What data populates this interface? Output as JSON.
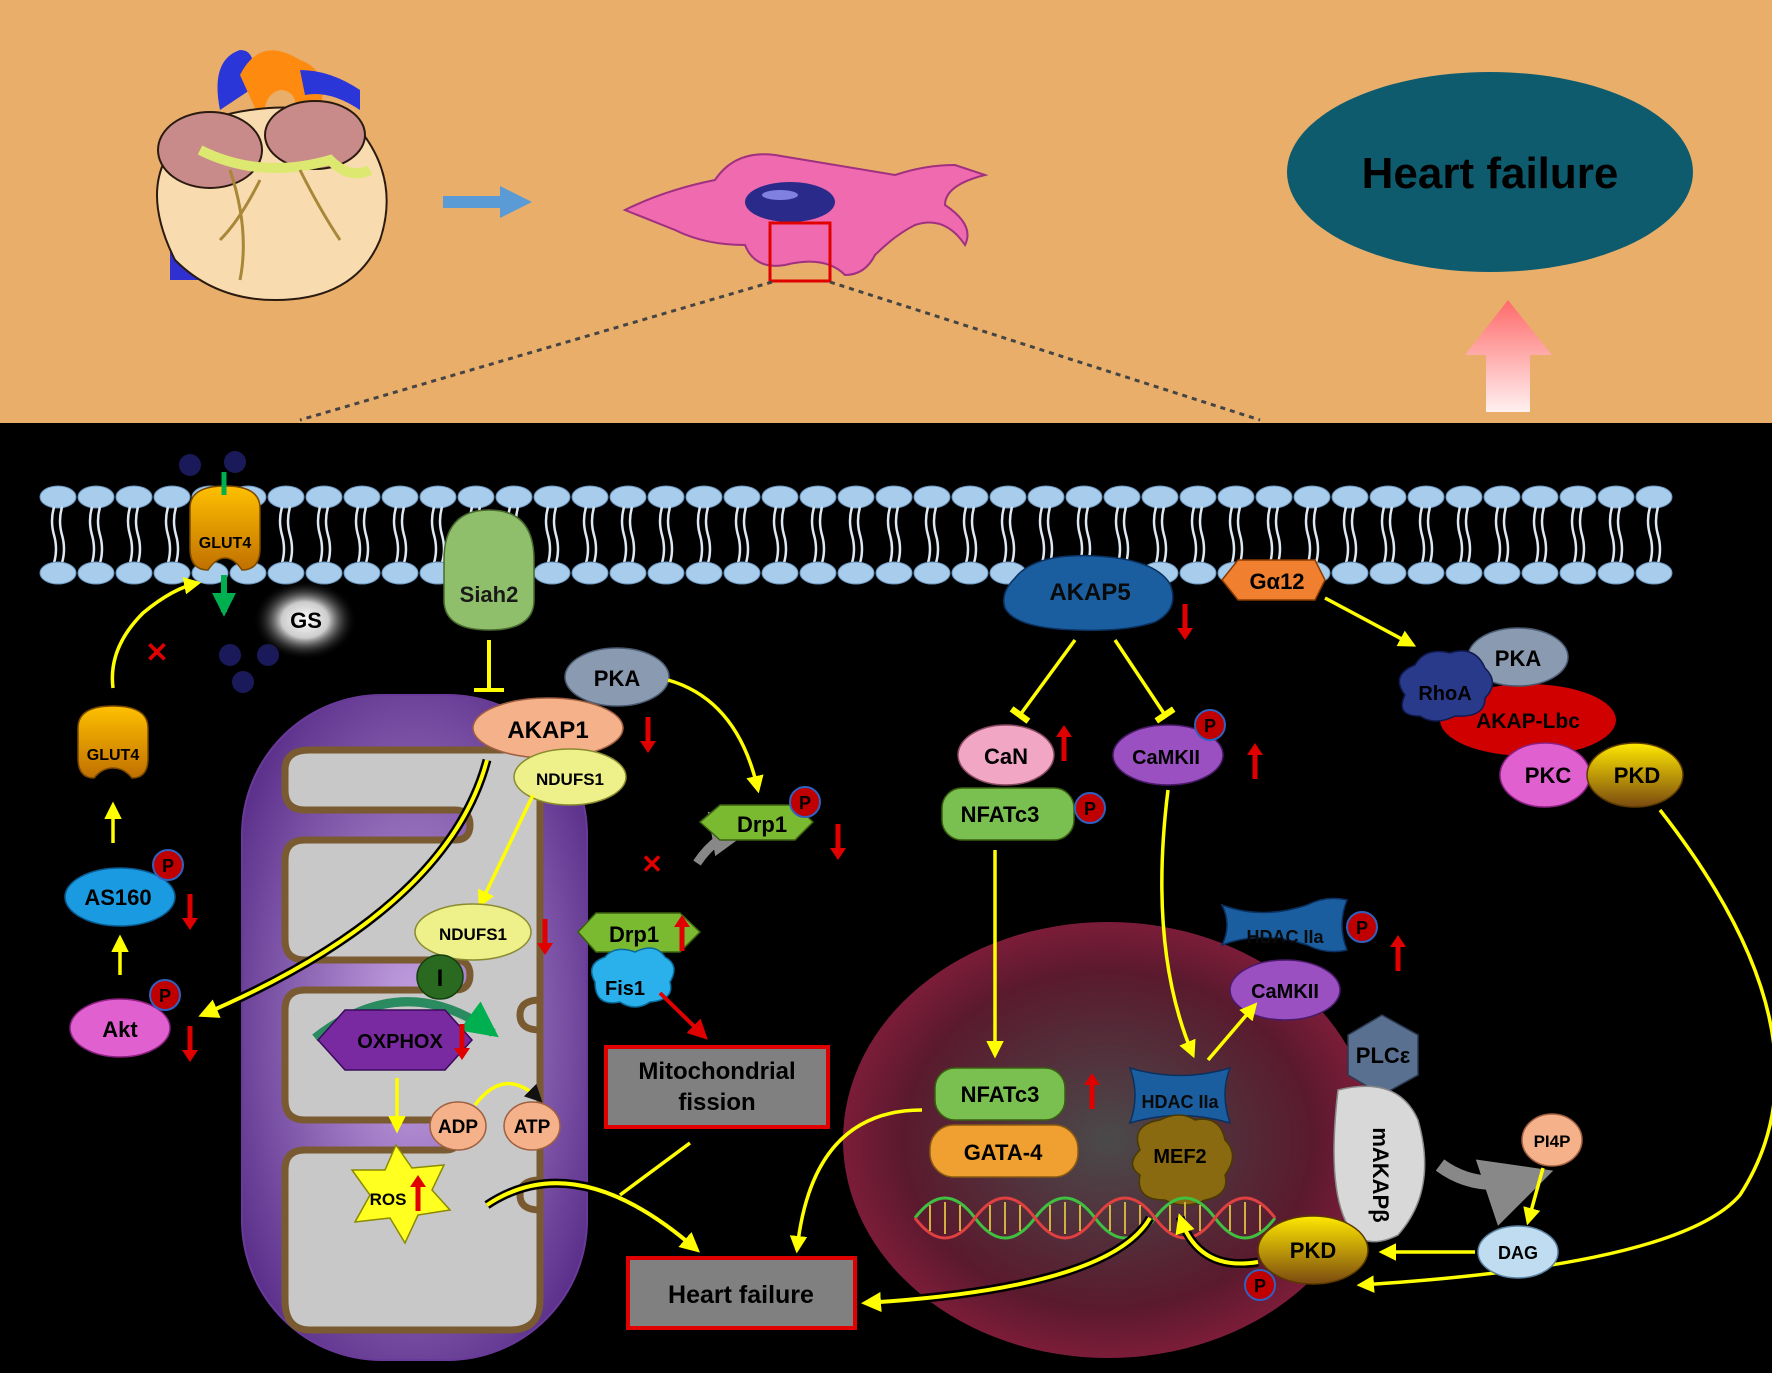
{
  "top": {
    "heart_failure": "Heart failure"
  },
  "membrane": {
    "glut4_top": "GLUT4",
    "gs": "GS",
    "siah2": "Siah2",
    "akap5": "AKAP5",
    "galpha12": "Gα12"
  },
  "left": {
    "glut4": "GLUT4",
    "as160": "AS160",
    "akt": "Akt",
    "p": "P"
  },
  "mito": {
    "pka": "PKA",
    "akap1": "AKAP1",
    "ndufs1_a": "NDUFS1",
    "ndufs1_b": "NDUFS1",
    "complex_i": "I",
    "oxphox": "OXPHOX",
    "adp": "ADP",
    "atp": "ATP",
    "ros": "ROS"
  },
  "fission": {
    "drp1_p": "Drp1",
    "drp1": "Drp1",
    "fis1": "Fis1",
    "box": [
      "Mitochondrial",
      "fission"
    ]
  },
  "outcome": {
    "heart_failure_box": "Heart failure"
  },
  "calcineurin": {
    "can": "CaN",
    "nfatc3": "NFATc3",
    "camkii": "CaMKII"
  },
  "right": {
    "rhoa": "RhoA",
    "pka": "PKA",
    "akap_lbc": "AKAP-Lbc",
    "pkc": "PKC",
    "pkd": "PKD"
  },
  "nucleus": {
    "hdac_top": "HDAC IIa",
    "camkii": "CaMKII",
    "nfatc3": "NFATc3",
    "gata4": "GATA-4",
    "hdac": "HDAC IIa",
    "mef2": "MEF2",
    "plce": "PLCε",
    "makap": "mAKAPβ",
    "pi4p": "PI4P",
    "dag": "DAG",
    "pkd": "PKD"
  },
  "colors": {
    "top_bg": "#e8ae6a",
    "bottom_bg": "#000000",
    "membrane": "#9cc3e4",
    "arrow_yellow": "#ffff00",
    "down_arrow": "#e00000",
    "hf_ellipse": "#0e5b6e"
  }
}
